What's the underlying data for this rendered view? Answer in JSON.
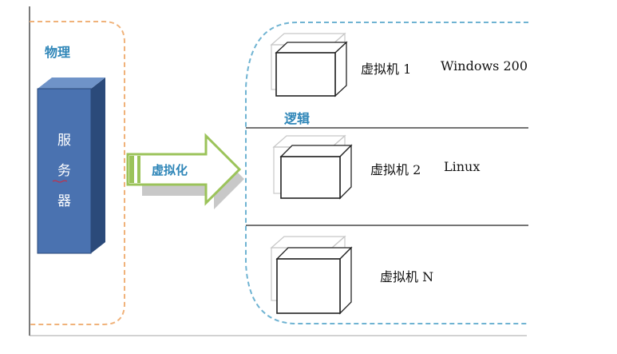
{
  "physical": {
    "label": "物理"
  },
  "server": {
    "chars": [
      "服",
      "务",
      "器"
    ]
  },
  "virtualization": {
    "label": "虚拟化"
  },
  "logical": {
    "label": "逻辑"
  },
  "vms": [
    {
      "name": "虚拟机 1",
      "os": "Windows 200"
    },
    {
      "name": "虚拟机 2",
      "os": "Linux"
    },
    {
      "name": "虚拟机 N",
      "os": ""
    }
  ],
  "colors": {
    "physical_border": "#f0b27a",
    "logical_border": "#6fb3d2",
    "server_front": "#4a72b0",
    "arrow_fill": "#9bc35a",
    "label_blue": "#2f86b8"
  }
}
